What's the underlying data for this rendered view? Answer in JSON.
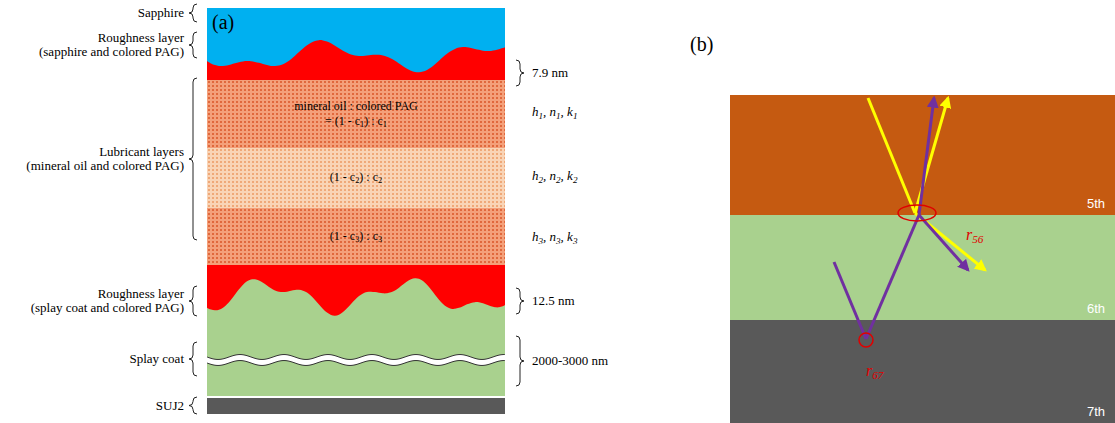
{
  "diagram": {
    "nodes": [
      {
        "text": [
          "mineral oil : colored PAG = (1 - c1) : c1"
        ]
      },
      {
        "text": [
          "(1 - c2) : c2"
        ]
      },
      {
        "text": [
          "(1 - c3) : c3"
        ]
      },
      {
        "text": [
          "5th"
        ]
      },
      {
        "text": [
          "6th"
        ]
      },
      {
        "text": [
          "7th"
        ]
      }
    ],
    "labels": [
      "(a)",
      "(b)",
      "Sapphire",
      "Roughness layer (sapphire and colored PAG)",
      "Lubricant layers (mineral oil and colored PAG)",
      "Roughness layer (splay coat and colored PAG)",
      "Splay coat",
      "SUJ2",
      "7.9 nm",
      "h1, n1, k1",
      "h2, n2, k2",
      "h3, n3, k3",
      "12.5 nm",
      "2000-3000 nm",
      "r56",
      "r67"
    ]
  }
}
